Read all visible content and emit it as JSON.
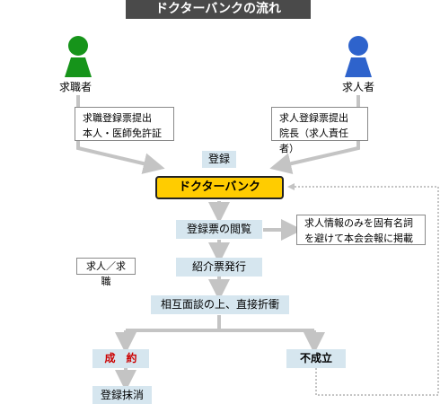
{
  "title": "ドクターバンクの流れ",
  "colors": {
    "seeker": "#16941a",
    "hospital": "#2e63cc",
    "bank": "#ffcc00",
    "step": "#d6e6ef",
    "contract": "#cc0000",
    "arrow": "#c4c4c4"
  },
  "seeker": {
    "label": "求職者",
    "note_line1": "求職登録票提出",
    "note_line2": "本人・医師免許証"
  },
  "hospital": {
    "label": "求人者",
    "note_line1": "求人登録票提出",
    "note_line2": "院長（求人責任者）"
  },
  "register_label": "登録",
  "bank_label": "ドクターバンク",
  "steps": {
    "browse": "登録票の閲覧",
    "introduce": "紹介票発行",
    "negotiate": "相互面談の上、直接折衝",
    "success": "成　約",
    "fail": "不成立",
    "cancel": "登録抹消"
  },
  "side_note": {
    "line1": "求人情報のみを固有名詞",
    "line2": "を避けて本会会報に掲載"
  },
  "job_label": "求人／求職"
}
